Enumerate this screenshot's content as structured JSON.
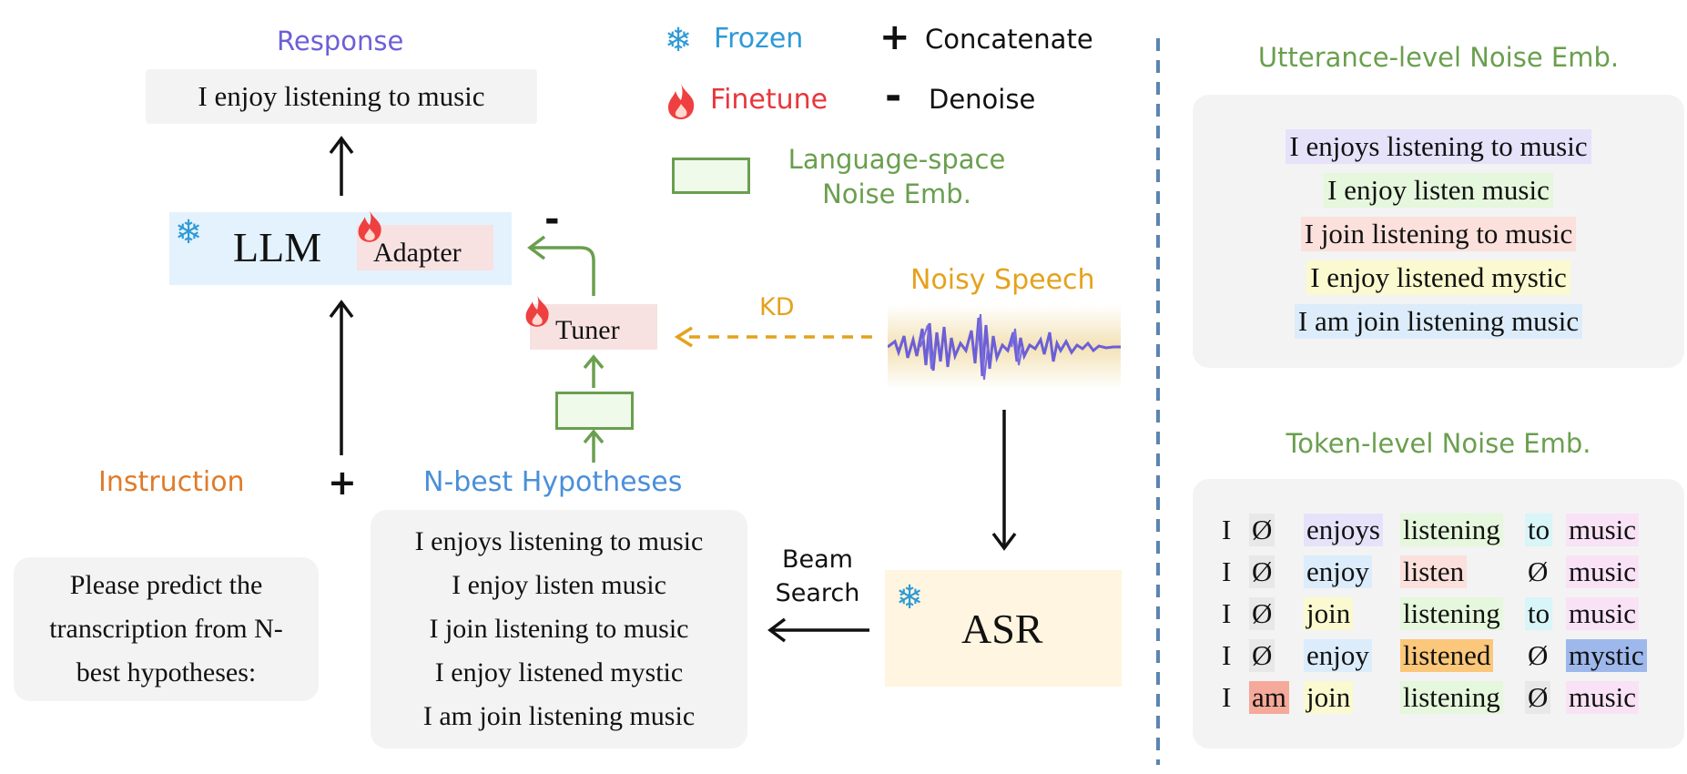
{
  "legend": {
    "frozen": "Frozen",
    "finetune": "Finetune",
    "concatenate": "Concatenate",
    "denoise": "Denoise",
    "concat_symbol": "+",
    "denoise_symbol": "-",
    "noise_emb_line1": "Language-space",
    "noise_emb_line2": "Noise Emb."
  },
  "left": {
    "response_label": "Response",
    "response_text": "I enjoy listening to music",
    "llm_label": "LLM",
    "adapter_label": "Adapter",
    "tuner_label": "Tuner",
    "denoise_mark": "-",
    "kd_label": "KD",
    "noisy_speech_label": "Noisy Speech",
    "instruction_label": "Instruction",
    "plus_label": "+",
    "nbest_label": "N-best Hypotheses",
    "instruction_text": [
      "Please predict the",
      "transcription from N-",
      "best hypotheses:"
    ],
    "hypotheses": [
      "I enjoys listening to music",
      "I enjoy listen music",
      "I join listening to music",
      "I enjoy listened mystic",
      "I am join listening music"
    ],
    "beam_line1": "Beam",
    "beam_line2": "Search",
    "asr_label": "ASR"
  },
  "right": {
    "utterance_title": "Utterance-level Noise Emb.",
    "utterances": [
      "I enjoys listening to music",
      "I enjoy listen music",
      "I join listening to music",
      "I enjoy listened mystic",
      "I am join listening music"
    ],
    "token_title": "Token-level Noise Emb.",
    "token_rows": [
      [
        "I",
        "Ø",
        "enjoys",
        "listening",
        "to",
        "music"
      ],
      [
        "I",
        "Ø",
        "enjoy",
        "listen",
        "Ø",
        "music"
      ],
      [
        "I",
        "Ø",
        "join",
        "listening",
        "to",
        "music"
      ],
      [
        "I",
        "Ø",
        "enjoy",
        "listened",
        "Ø",
        "mystic"
      ],
      [
        "I",
        "am",
        "join",
        "listening",
        "Ø",
        "music"
      ]
    ]
  },
  "colors": {
    "frozen_blue": "#2d9ad6",
    "finetune_red": "#e8363c",
    "green": "#6a9f4e",
    "orange": "#e4a21c",
    "instruction_orange": "#e07b2a",
    "response_purple": "#6b5fd8",
    "nbest_blue": "#4a8fd8"
  }
}
